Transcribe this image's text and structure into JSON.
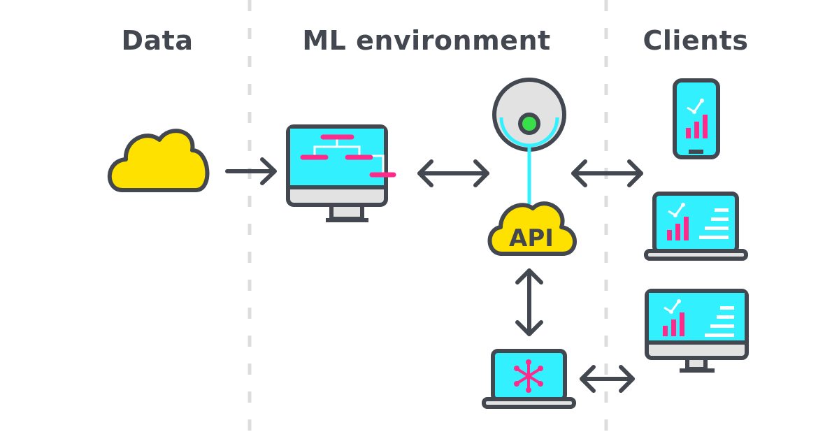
{
  "columns": {
    "data": "Data",
    "ml": "ML environment",
    "clients": "Clients"
  },
  "labels": {
    "api": "API"
  },
  "icons": [
    "data-cloud-icon",
    "ml-monitor-icon",
    "model-server-icon",
    "api-cloud-icon",
    "developer-laptop-icon",
    "phone-client-icon",
    "laptop-client-icon",
    "desktop-client-icon"
  ],
  "colors": {
    "stroke": "#424750",
    "screen": "#33f0ff",
    "accent": "#ff2a8a",
    "cloud": "#ffe100",
    "gray": "#e2e2e2",
    "status_dot": "#3ae04a",
    "divider": "#dddddd"
  }
}
